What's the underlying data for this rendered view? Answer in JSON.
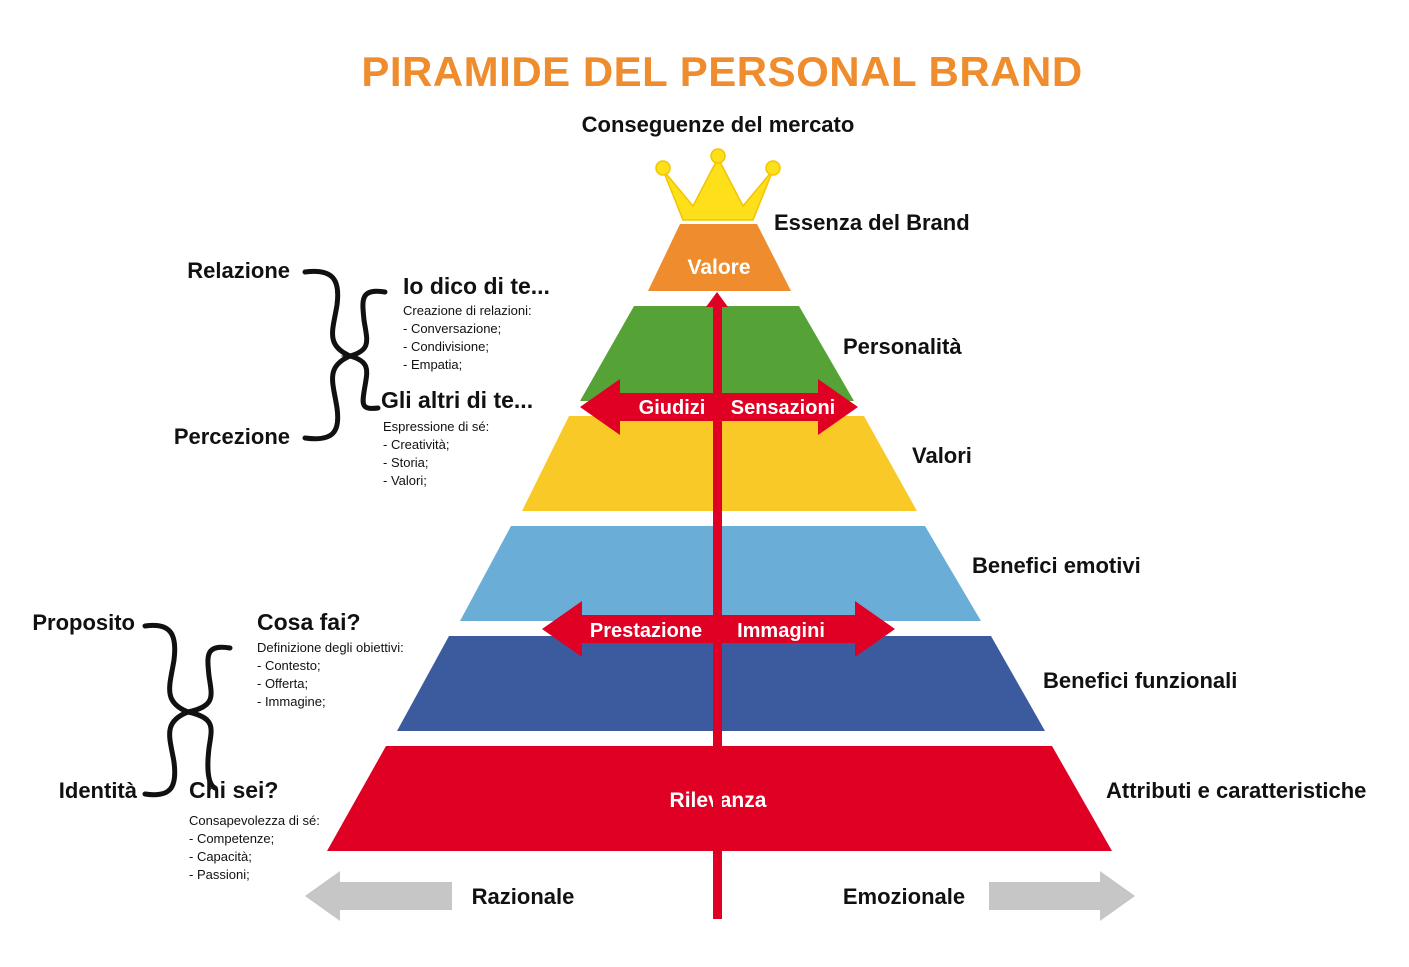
{
  "title": "PIRAMIDE DEL PERSONAL BRAND",
  "top_label": "Conseguenze del mercato",
  "layers": [
    {
      "inner": "Valore",
      "right_label": "Essenza del Brand",
      "color": "#ef8d2e"
    },
    {
      "inner": "",
      "right_label": "Personalità",
      "color": "#55a337"
    },
    {
      "inner": "",
      "right_label": "Valori",
      "color": "#f9c927"
    },
    {
      "inner": "",
      "right_label": "Benefici emotivi",
      "color": "#6aaed8"
    },
    {
      "inner": "",
      "right_label": "Benefici funzionali",
      "color": "#3c5a9e"
    },
    {
      "inner": "Rilevanza",
      "right_label": "Attributi e caratteristiche",
      "color": "#df0024"
    }
  ],
  "arrows_upper": {
    "left": "Giudizi",
    "right": "Sensazioni"
  },
  "arrows_lower": {
    "left": "Prestazione",
    "right": "Immagini"
  },
  "bottom": {
    "left": "Razionale",
    "right": "Emozionale"
  },
  "group_top": {
    "left_top": "Relazione",
    "left_bottom": "Percezione",
    "items": [
      {
        "heading": "Io dico di te...",
        "lines": [
          "Creazione di relazioni:",
          "- Conversazione;",
          "- Condivisione;",
          "- Empatia;"
        ]
      },
      {
        "heading": "Gli altri di te...",
        "lines": [
          "Espressione di sé:",
          "- Creatività;",
          "- Storia;",
          "- Valori;"
        ]
      }
    ]
  },
  "group_bottom": {
    "left_top": "Proposito",
    "left_bottom": "Identità",
    "items": [
      {
        "heading": "Cosa fai?",
        "lines": [
          "Definizione degli obiettivi:",
          "- Contesto;",
          "- Offerta;",
          "- Immagine;"
        ]
      },
      {
        "heading": "Chi sei?",
        "lines": [
          "Consapevolezza di sé:",
          "- Competenze;",
          "- Capacità;",
          "- Passioni;"
        ]
      }
    ]
  },
  "colors": {
    "title": "#ef8d2e",
    "crown": "#fde01a",
    "red": "#df0024",
    "gray": "#c6c6c6",
    "brace": "#111111"
  },
  "icons": [
    "crown-icon",
    "double-arrow-icon",
    "up-arrow-icon",
    "left-arrow-icon",
    "right-arrow-icon",
    "curly-brace-icon"
  ]
}
